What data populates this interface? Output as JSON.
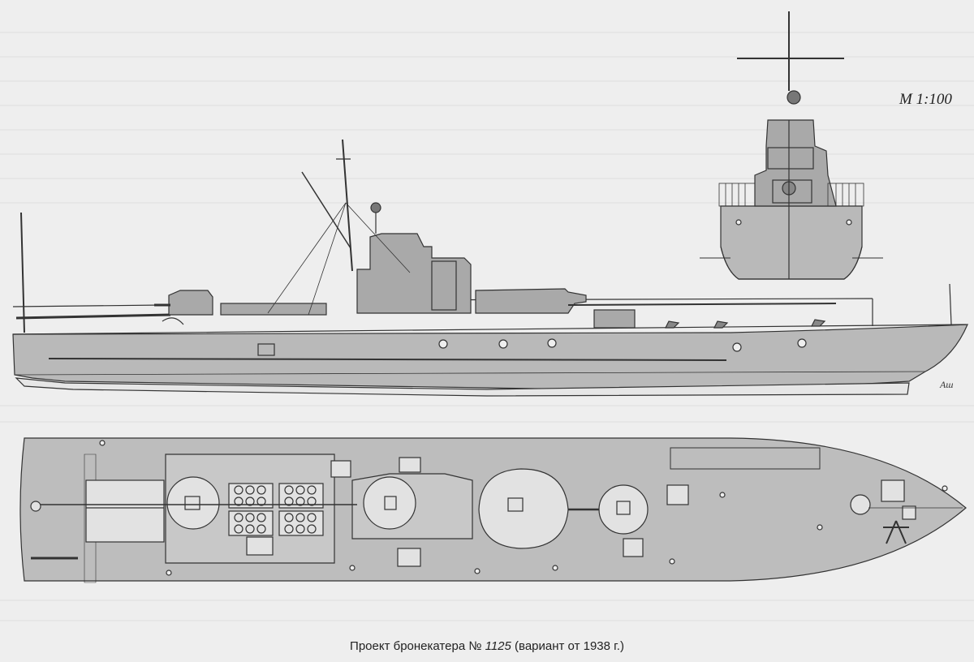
{
  "scale_label": "М 1:100",
  "caption": {
    "prefix": "Проект бронекатера №",
    "number": "1125",
    "suffix": "(вариант от 1938 г.)"
  },
  "signature": "Аш",
  "colors": {
    "background": "#eeeeee",
    "hull": "#b9b9b9",
    "deck": "#bdbdbd",
    "superstructure": "#a9a9a9",
    "line": "#333333"
  }
}
